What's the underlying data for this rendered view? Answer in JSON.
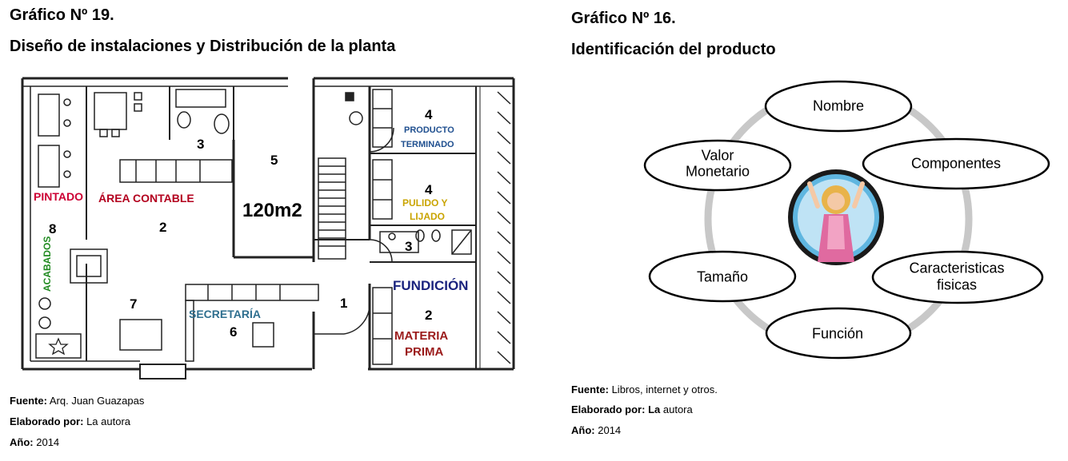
{
  "left": {
    "figure_number": "Gráfico Nº 19.",
    "title": "Diseño de instalaciones y Distribución de la planta",
    "plan_labels": {
      "pintado": "PINTADO",
      "area_contable": "ÁREA CONTABLE",
      "acabados": "ACABADOS",
      "secretaria": "SECRETARÍA",
      "producto": "PRODUCTO",
      "terminado": "TERMINADO",
      "pulido": "PULIDO Y",
      "lijado": "LIJADO",
      "fundicion": "FUNDICIÓN",
      "materia": "MATERIA",
      "prima": "PRIMA",
      "area_m2": "120m2",
      "n1": "1",
      "n2a": "2",
      "n2b": "2",
      "n3a": "3",
      "n3b": "3",
      "n4a": "4",
      "n4b": "4",
      "n5": "5",
      "n6": "6",
      "n7": "7",
      "n8": "8"
    },
    "fuente_label": "Fuente:",
    "fuente_value": "Arq. Juan Guazapas",
    "elaborado_label": "Elaborado por:",
    "elaborado_value": "La autora",
    "anio_label": "Año:",
    "anio_value": "2014"
  },
  "right": {
    "figure_number": "Gráfico Nº 16.",
    "title": "Identificación del producto",
    "nodes": {
      "nombre": "Nombre",
      "componentes": "Componentes",
      "caracteristicas_1": "Caracteristicas",
      "caracteristicas_2": "fisicas",
      "funcion": "Función",
      "tamano": "Tamaño",
      "valor_1": "Valor",
      "valor_2": "Monetario"
    },
    "fuente_label": "Fuente:",
    "fuente_value": "Libros, internet y otros.",
    "elaborado_label": "Elaborado por:",
    "elaborado_value": "La",
    "elaborado_value_2": "autora",
    "anio_label": "Año:",
    "anio_value": "2014"
  },
  "colors": {
    "pintado": "#cc0033",
    "area_contable": "#b3001e",
    "acabados": "#228b22",
    "secretaria": "#2f6f8f",
    "producto": "#1f4f8f",
    "pulido": "#c9a400",
    "fundicion": "#1a237e",
    "materia": "#9b1b1b",
    "ring": "#c8c8c8"
  }
}
